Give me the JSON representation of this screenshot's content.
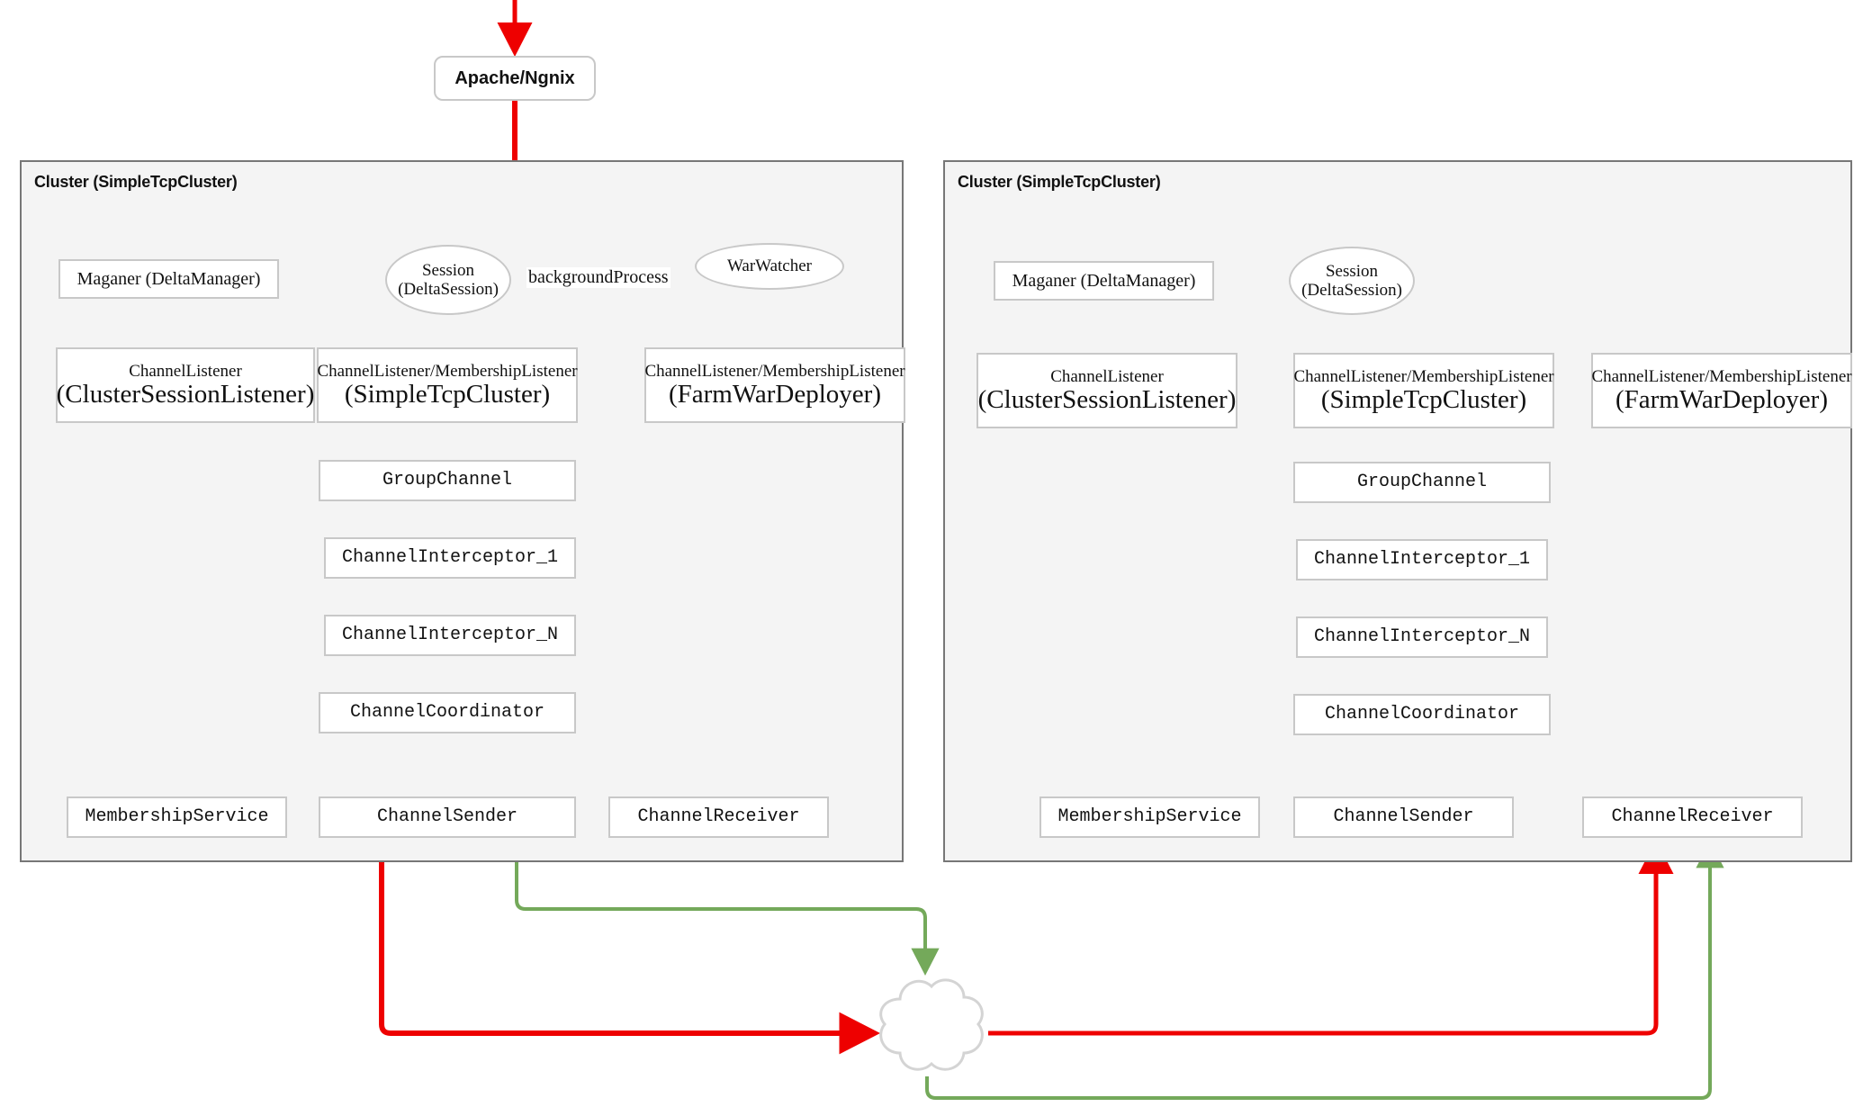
{
  "diagram": {
    "title": "Tomcat SimpleTcpCluster replication architecture",
    "colors": {
      "request_flow": "#ee0000",
      "response_flow": "#74a95a",
      "node_border": "#c8c8c8",
      "group_border": "#777777",
      "group_fill": "#f4f4f4",
      "node_fill": "#ffffff",
      "text": "#111111"
    }
  },
  "entry": {
    "load_balancer": "Apache/Ngnix"
  },
  "clusters": [
    {
      "id": "cluster-left",
      "title": "Cluster (SimpleTcpCluster)",
      "nodes": {
        "manager": "Maganer (DeltaManager)",
        "session_line1": "Session",
        "session_line2": "(DeltaSession)",
        "warwatcher": "WarWatcher",
        "cluster_session_listener_line1": "ChannelListener",
        "cluster_session_listener_line2": "(ClusterSessionListener)",
        "simple_tcp_cluster_line1": "ChannelListener/MembershipListener",
        "simple_tcp_cluster_line2": "(SimpleTcpCluster)",
        "farm_war_deployer_line1": "ChannelListener/MembershipListener",
        "farm_war_deployer_line2": "(FarmWarDeployer)",
        "group_channel": "GroupChannel",
        "interceptor_1": "ChannelInterceptor_1",
        "interceptor_n": "ChannelInterceptor_N",
        "coordinator": "ChannelCoordinator",
        "membership_service": "MembershipService",
        "channel_sender": "ChannelSender",
        "channel_receiver": "ChannelReceiver"
      },
      "edge_labels": {
        "background_process": "backgroundProcess"
      }
    },
    {
      "id": "cluster-right",
      "title": "Cluster (SimpleTcpCluster)",
      "nodes": {
        "manager": "Maganer (DeltaManager)",
        "session_line1": "Session",
        "session_line2": "(DeltaSession)",
        "cluster_session_listener_line1": "ChannelListener",
        "cluster_session_listener_line2": "(ClusterSessionListener)",
        "simple_tcp_cluster_line1": "ChannelListener/MembershipListener",
        "simple_tcp_cluster_line2": "(SimpleTcpCluster)",
        "farm_war_deployer_line1": "ChannelListener/MembershipListener",
        "farm_war_deployer_line2": "(FarmWarDeployer)",
        "group_channel": "GroupChannel",
        "interceptor_1": "ChannelInterceptor_1",
        "interceptor_n": "ChannelInterceptor_N",
        "coordinator": "ChannelCoordinator",
        "membership_service": "MembershipService",
        "channel_sender": "ChannelSender",
        "channel_receiver": "ChannelReceiver"
      }
    }
  ],
  "network": {
    "cloud_label": ""
  }
}
